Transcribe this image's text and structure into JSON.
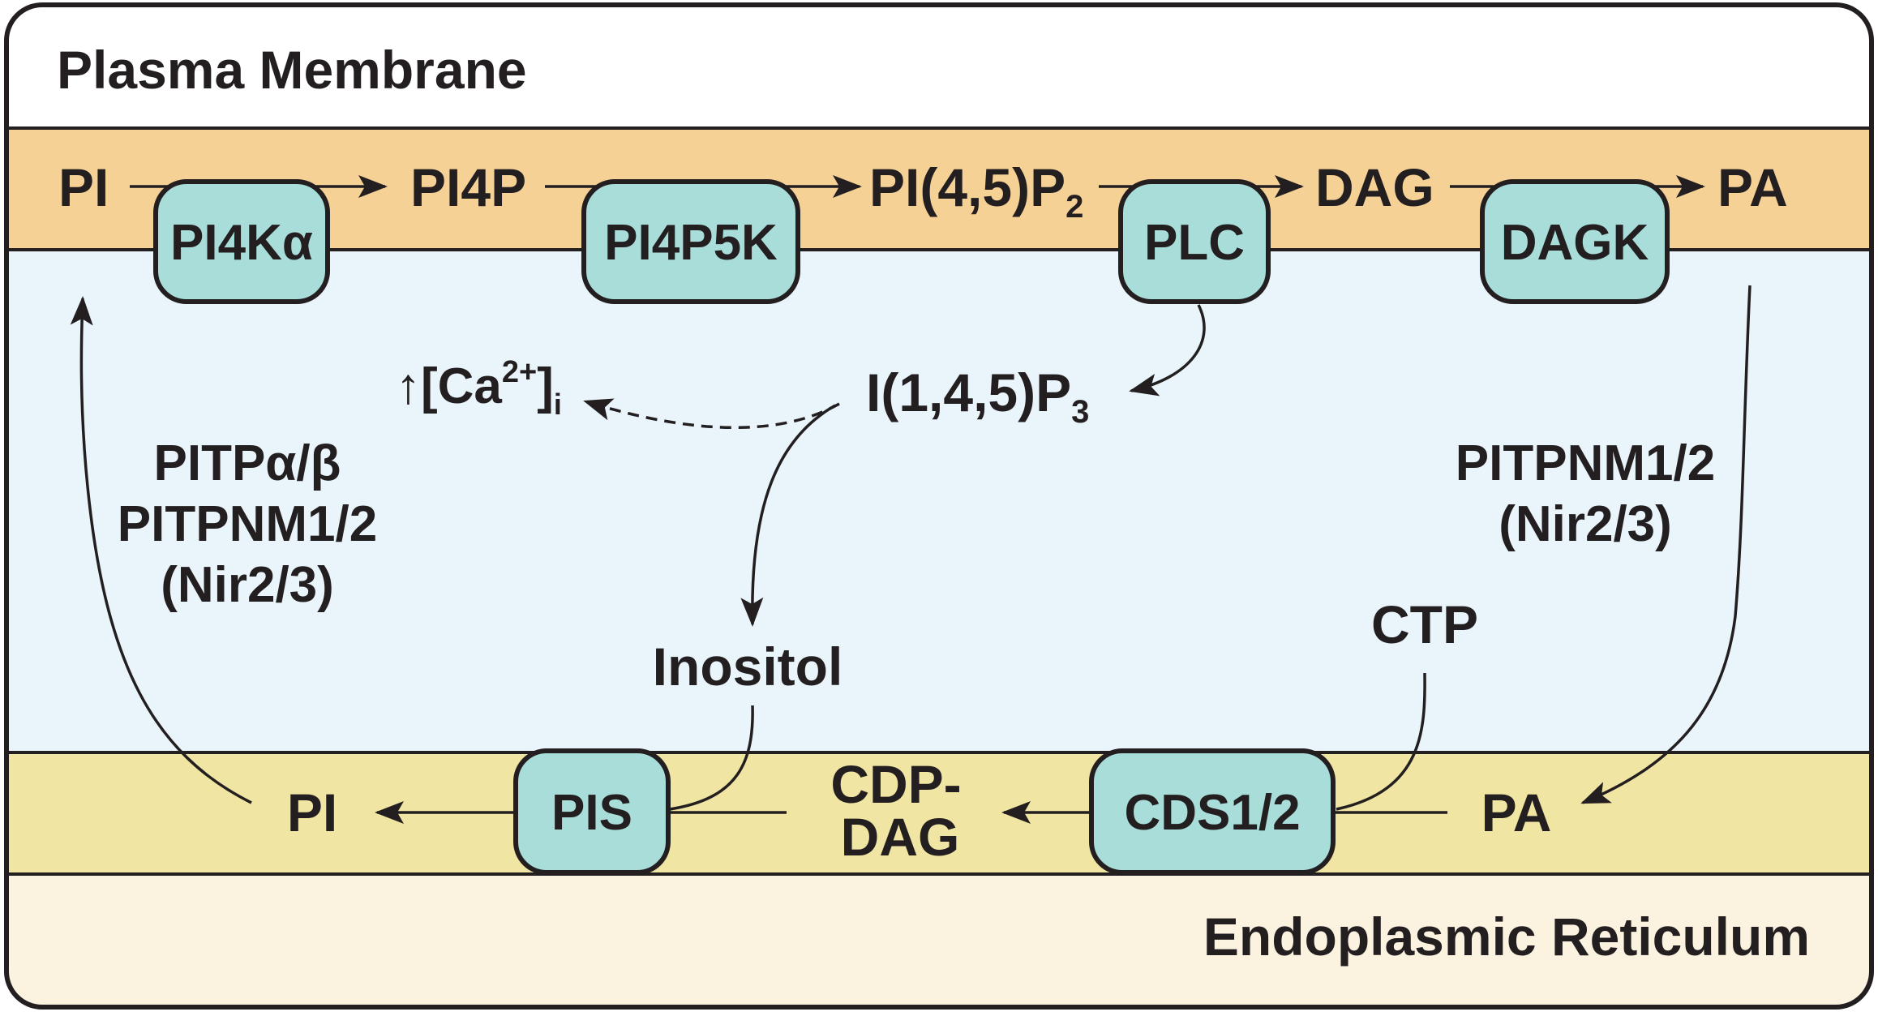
{
  "colors": {
    "outline": "#231f20",
    "plasma_membrane_band": "#f6d196",
    "cytosol": "#eaf4fb",
    "er_band": "#f1e5a3",
    "er_lumen": "#fcf2e0",
    "enzyme_fill": "#a8ddd9"
  },
  "compartments": {
    "plasma_membrane": "Plasma Membrane",
    "endoplasmic_reticulum": "Endoplasmic Reticulum"
  },
  "pm_metabolites": {
    "pi": "PI",
    "pi4p": "PI4P",
    "pip2_main": "PI(4,5)P",
    "pip2_sub": "2",
    "dag": "DAG",
    "pa": "PA"
  },
  "pm_enzymes": {
    "pi4ka": "PI4Kα",
    "pi4p5k": "PI4P5K",
    "plc": "PLC",
    "dagk": "DAGK"
  },
  "cytosol": {
    "ip3_main": "I(1,4,5)P",
    "ip3_sub": "3",
    "ca_arrow": "↑",
    "ca_bracket_open": "[Ca",
    "ca_sup": "2+",
    "ca_bracket_close": "]",
    "ca_sub": "i",
    "inositol": "Inositol",
    "ctp": "CTP",
    "left_transport": [
      "PITPα/β",
      "PITPNM1/2",
      "(Nir2/3)"
    ],
    "right_transport": [
      "PITPNM1/2",
      "(Nir2/3)"
    ]
  },
  "er_metabolites": {
    "pi": "PI",
    "cdp_dag": [
      "CDP-",
      "DAG"
    ],
    "pa": "PA"
  },
  "er_enzymes": {
    "pis": "PIS",
    "cds": "CDS1/2"
  }
}
